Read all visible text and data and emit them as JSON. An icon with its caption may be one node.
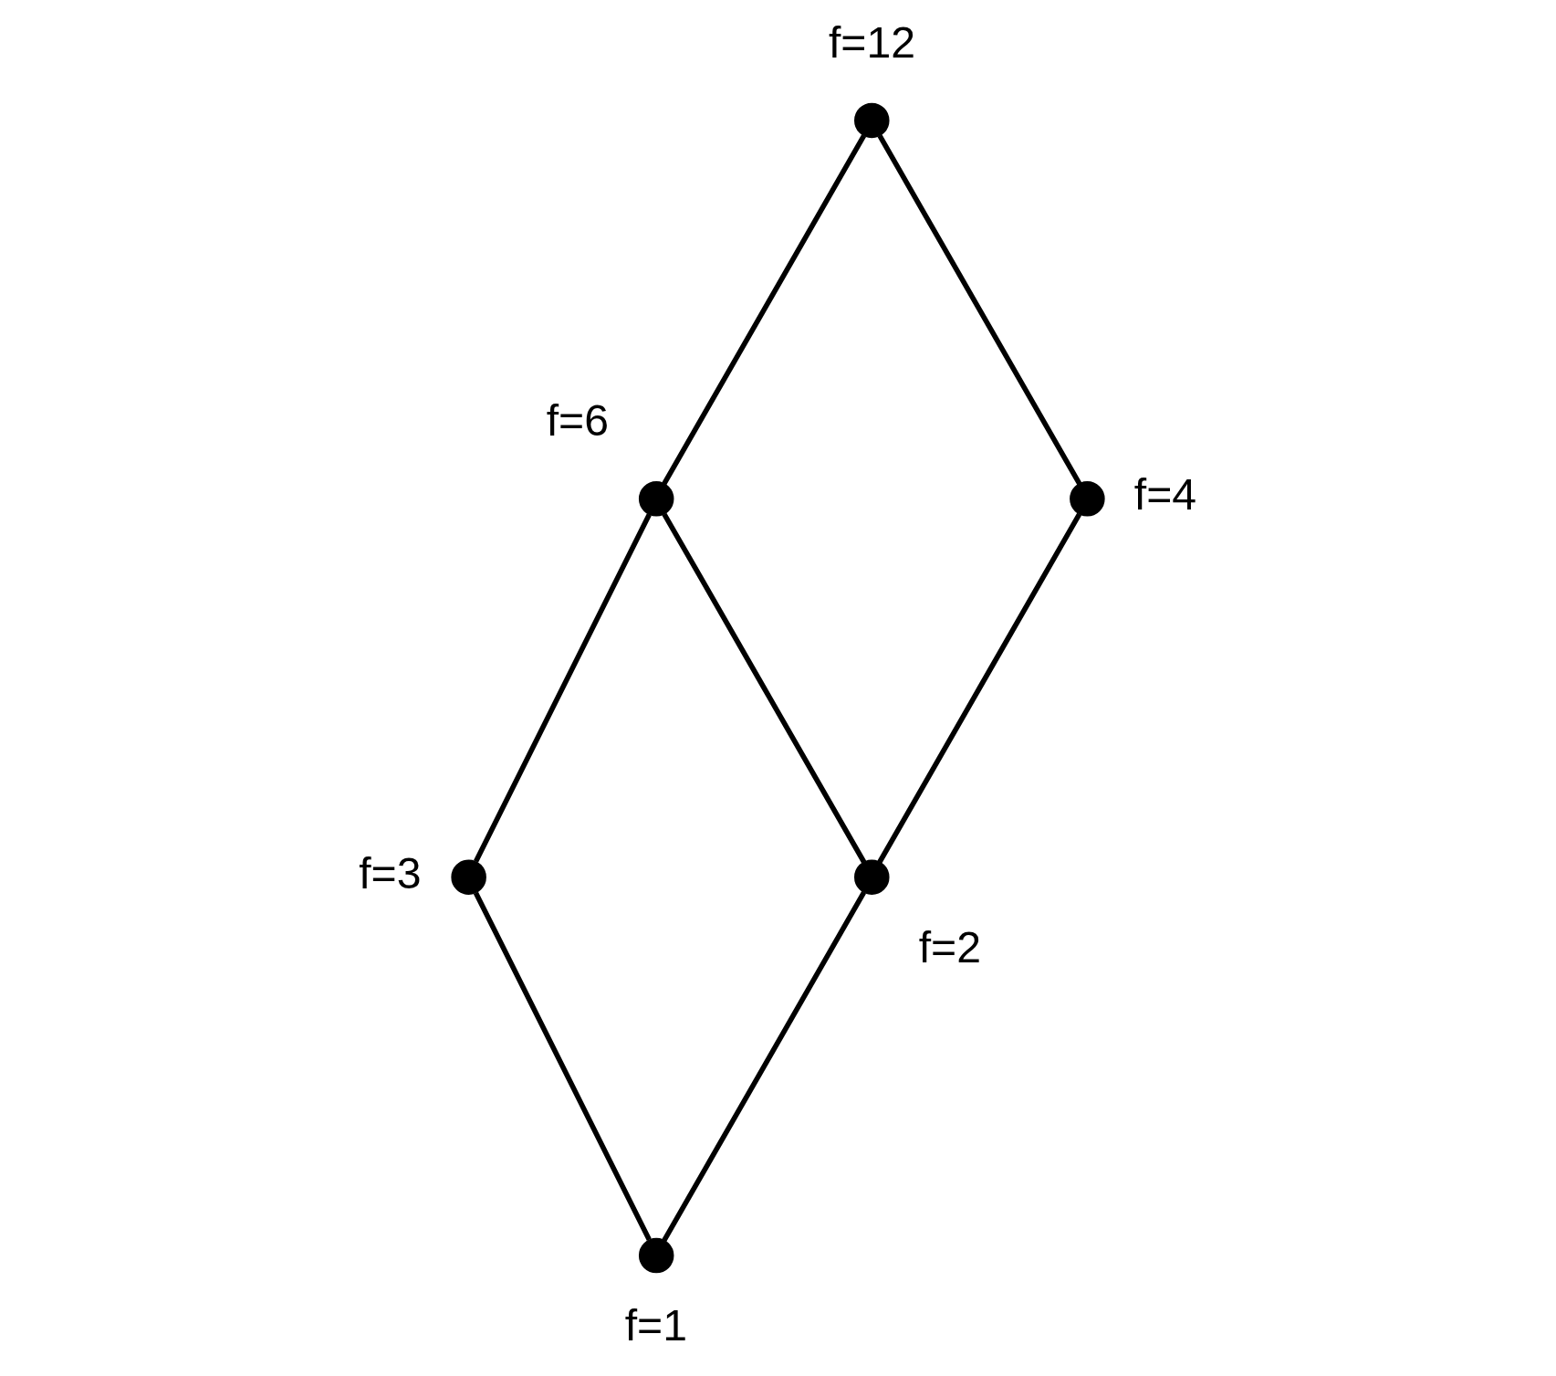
{
  "diagram": {
    "nodes": [
      {
        "text": [],
        "shape": "circle",
        "beside": [
          "f=12"
        ]
      },
      {
        "text": [],
        "shape": "circle",
        "beside": [
          "f=6"
        ]
      },
      {
        "text": [],
        "shape": "circle",
        "beside": [
          "f=4"
        ]
      },
      {
        "text": [],
        "shape": "circle",
        "beside": [
          "f=3"
        ]
      },
      {
        "text": [],
        "shape": "circle",
        "beside": [
          "f=2"
        ]
      },
      {
        "text": [],
        "shape": "circle",
        "beside": [
          "f=1"
        ]
      }
    ],
    "edges": [
      {
        "from": 0,
        "to": 1,
        "arrow": "none"
      },
      {
        "from": 0,
        "to": 2,
        "arrow": "none"
      },
      {
        "from": 1,
        "to": 3,
        "arrow": "none"
      },
      {
        "from": 1,
        "to": 4,
        "arrow": "none"
      },
      {
        "from": 2,
        "to": 4,
        "arrow": "none"
      },
      {
        "from": 3,
        "to": 5,
        "arrow": "none"
      },
      {
        "from": 4,
        "to": 5,
        "arrow": "none"
      }
    ]
  }
}
